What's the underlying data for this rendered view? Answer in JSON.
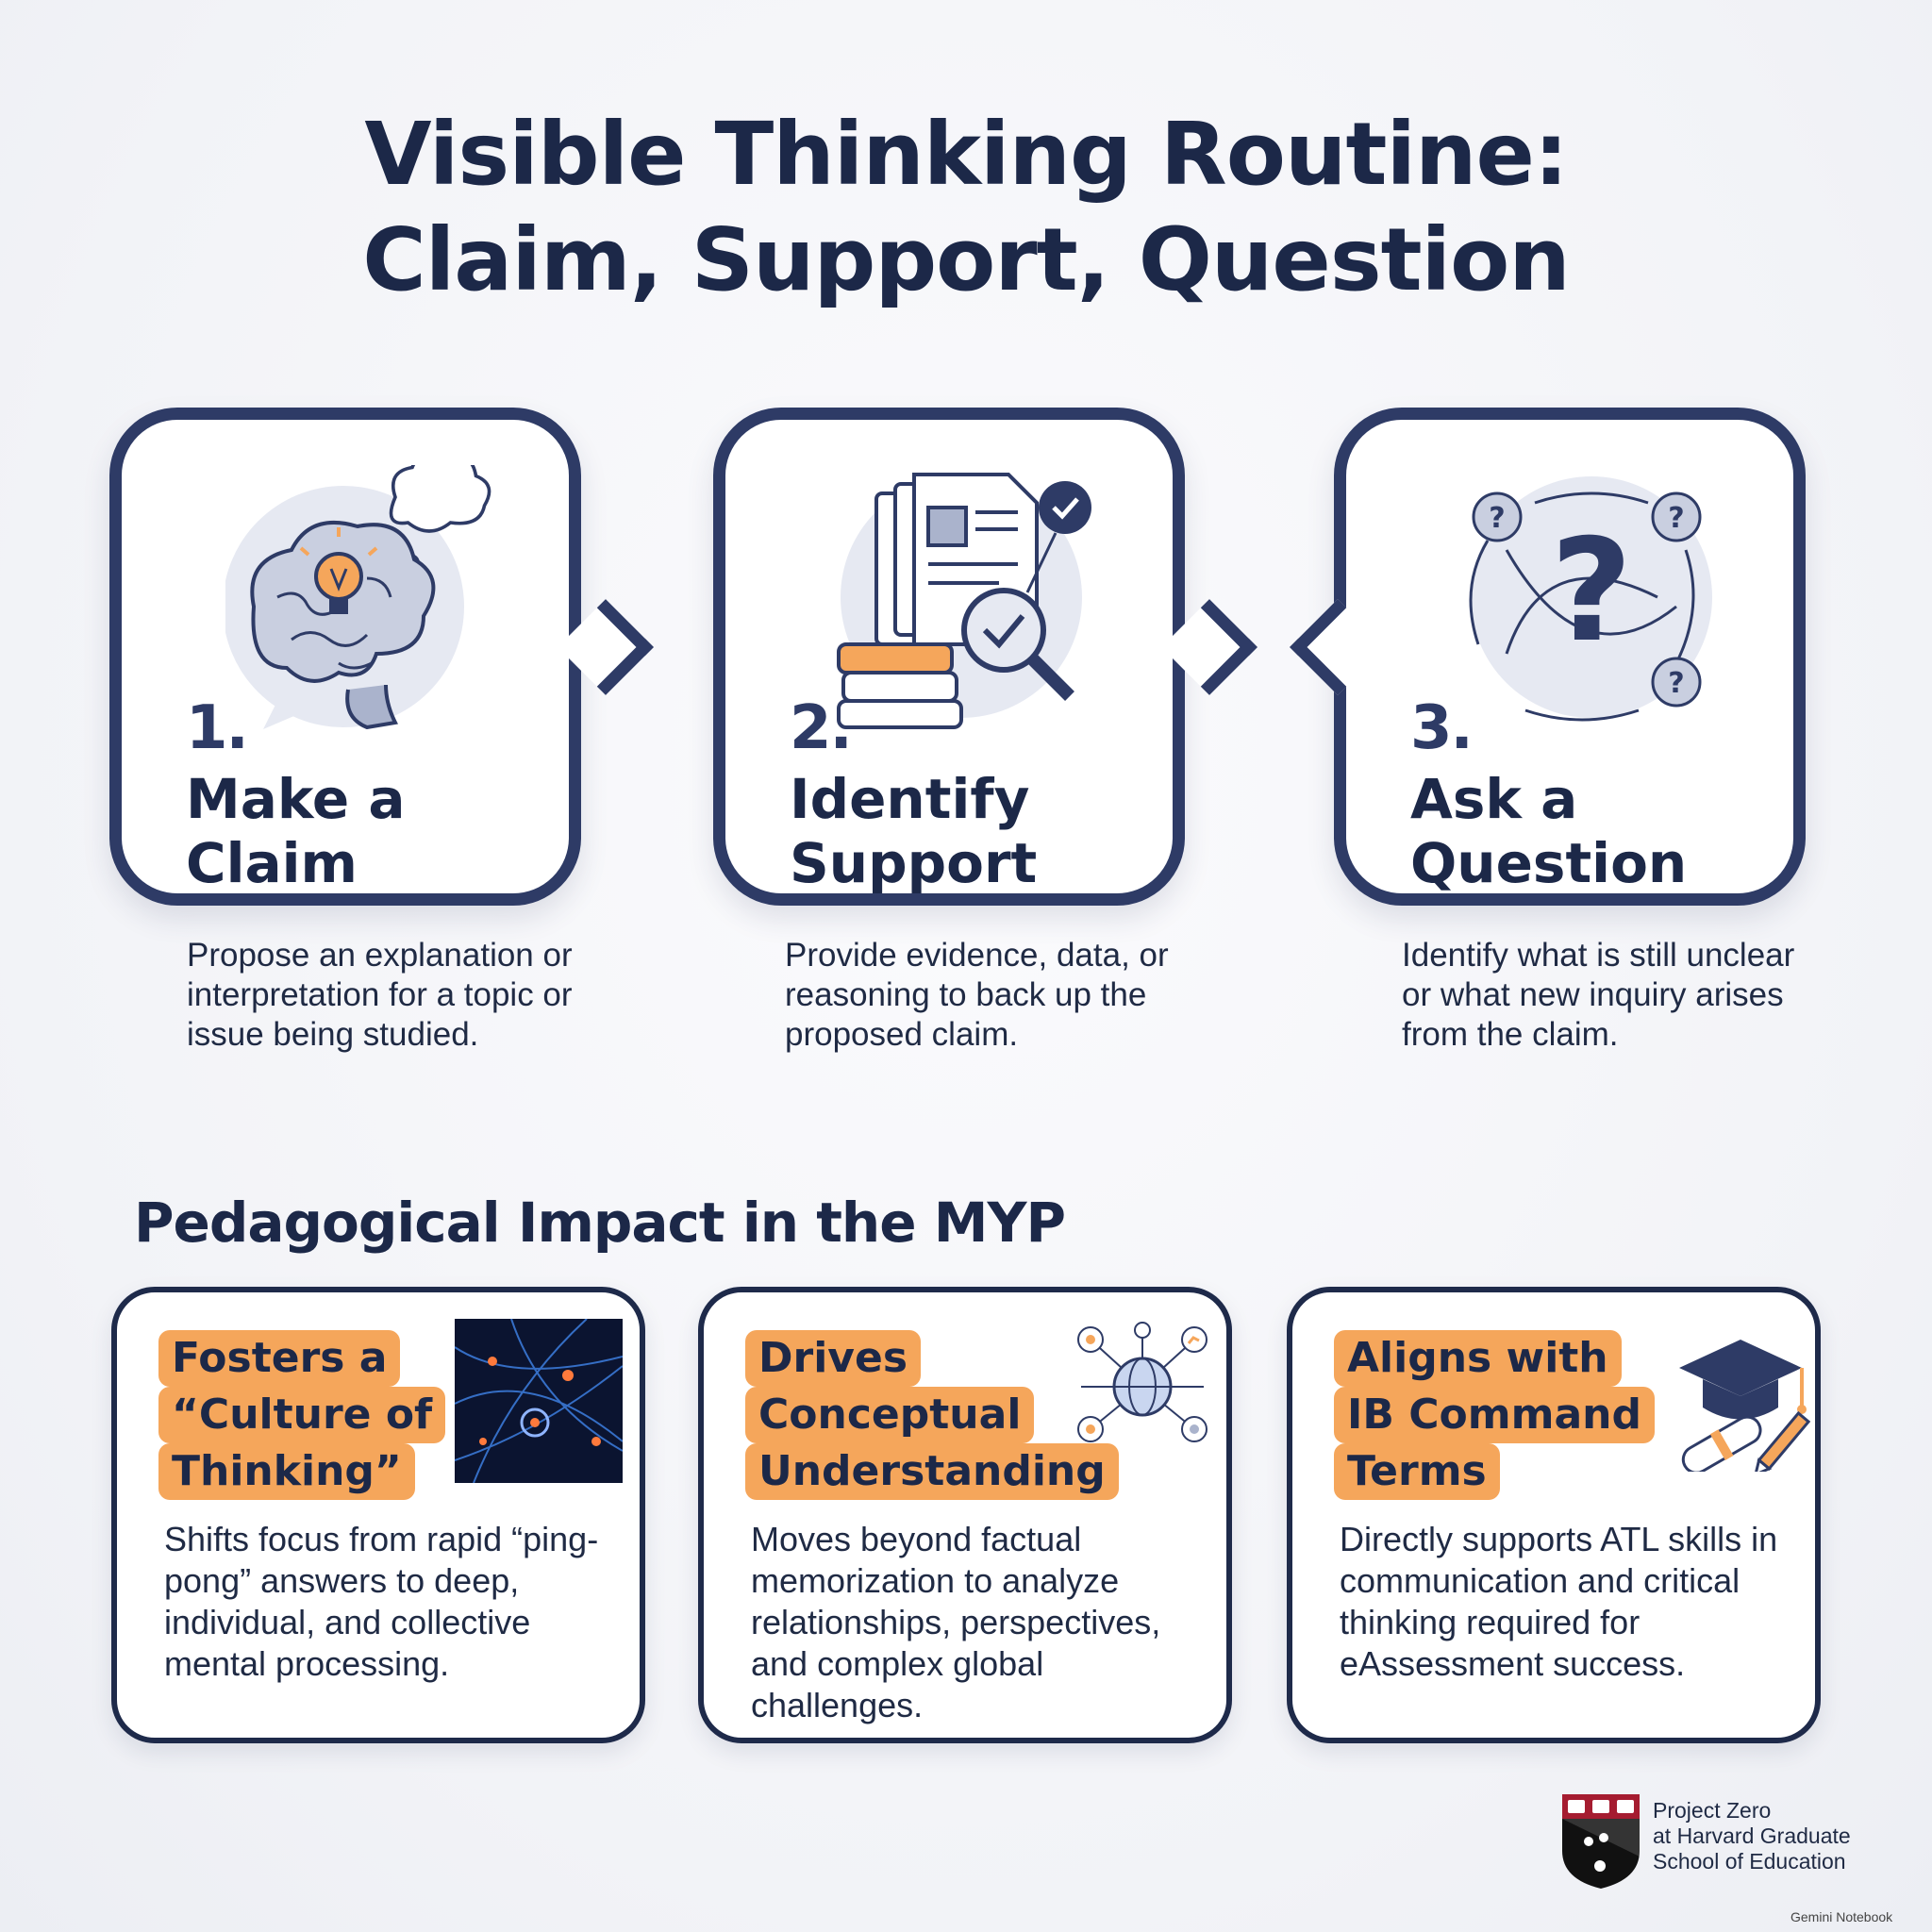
{
  "title": {
    "line1": "Visible Thinking Routine:",
    "line2": "Claim, Support, Question"
  },
  "steps": [
    {
      "number": "1.",
      "title_line1": "Make a",
      "title_line2": "Claim",
      "description": "Propose an explanation or interpretation for a topic or issue being studied."
    },
    {
      "number": "2.",
      "title_line1": "Identify",
      "title_line2": "Support",
      "description": "Provide evidence, data, or reasoning to back up the proposed claim."
    },
    {
      "number": "3.",
      "title_line1": "Ask a",
      "title_line2": "Question",
      "description": "Identify what is still unclear or what new inquiry arises from the claim."
    }
  ],
  "section_title": "Pedagogical Impact in the MYP",
  "impacts": [
    {
      "title_lines": [
        "Fosters a",
        "“Culture of",
        "Thinking”"
      ],
      "description": "Shifts focus from rapid “ping-pong” answers to deep, individual, and collective mental processing."
    },
    {
      "title_lines": [
        "Drives",
        "Conceptual",
        "Understanding"
      ],
      "description": "Moves beyond factual memorization to analyze relationships, perspectives, and complex global challenges."
    },
    {
      "title_lines": [
        "Aligns with",
        "IB Command",
        "Terms"
      ],
      "description": "Directly supports ATL skills in communication and critical thinking required for eAssessment success."
    }
  ],
  "footer": {
    "line1": "Project Zero",
    "line2": "at Harvard Graduate",
    "line3": "School of Education",
    "badge": "Gemini Notebook"
  },
  "colors": {
    "navy": "#2e3b66",
    "orange": "#f5a65b",
    "background": "#f2f3f7"
  }
}
